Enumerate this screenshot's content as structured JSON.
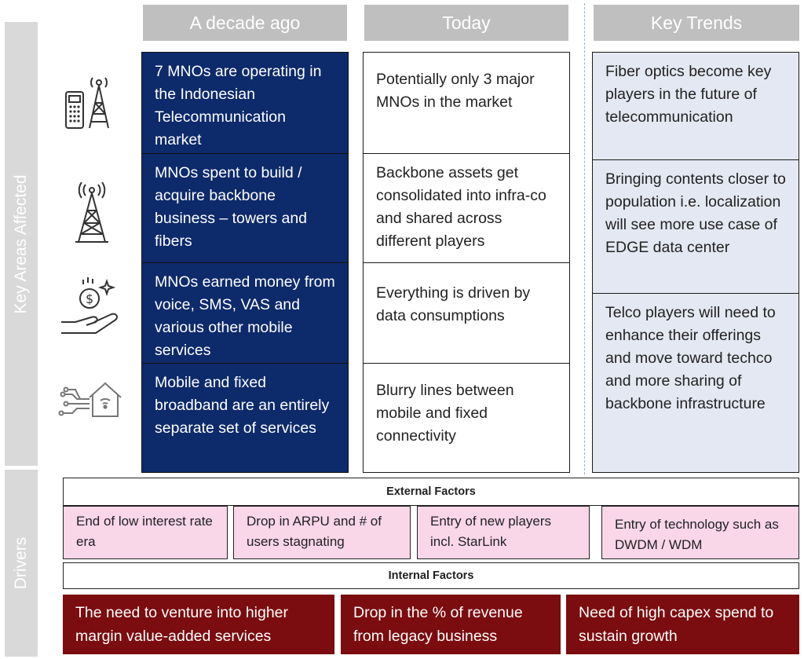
{
  "side_labels": {
    "key_areas": "Key Areas Affected",
    "drivers": "Drivers"
  },
  "headers": {
    "decade": "A decade ago",
    "today": "Today",
    "trends": "Key Trends"
  },
  "rows": [
    {
      "icon": "cell-tower-phone-icon",
      "decade": "7 MNOs are operating in the Indonesian Telecommunication market",
      "today": "Potentially only 3 major MNOs in the market"
    },
    {
      "icon": "transmission-tower-icon",
      "decade": "MNOs spent to build / acquire backbone business – towers and fibers",
      "today": "Backbone assets get consolidated into infra-co and shared across different players"
    },
    {
      "icon": "money-hand-icon",
      "decade": "MNOs earned money from voice, SMS, VAS and various other mobile services",
      "today": "Everything is driven by data consumptions"
    },
    {
      "icon": "smart-home-circuit-icon",
      "decade": "Mobile and fixed broadband are an entirely separate set of services",
      "today": "Blurry lines between mobile and fixed connectivity"
    }
  ],
  "trends": [
    "Fiber optics become key players in the future of telecommunication",
    "Bringing contents closer to population i.e. localization will see more use case of EDGE data center",
    "Telco players will need to enhance their offerings and move toward techco and more sharing of backbone infrastructure"
  ],
  "external": {
    "title": "External Factors",
    "items": [
      "End of low interest rate era",
      "Drop in ARPU and # of users stagnating",
      "Entry of new players incl. StarLink",
      "Entry of technology such as DWDM / WDM"
    ]
  },
  "internal": {
    "title": "Internal Factors",
    "items": [
      "The need to venture into higher margin value-added services",
      "Drop in the % of revenue from legacy business",
      "Need of high capex spend to sustain growth"
    ]
  },
  "colors": {
    "navy": "#0d2a6b",
    "header_grey": "#bfbfbf",
    "trend_bg": "#e4e8f2",
    "pink": "#f9d6e8",
    "dark_red": "#7b0c0f"
  }
}
